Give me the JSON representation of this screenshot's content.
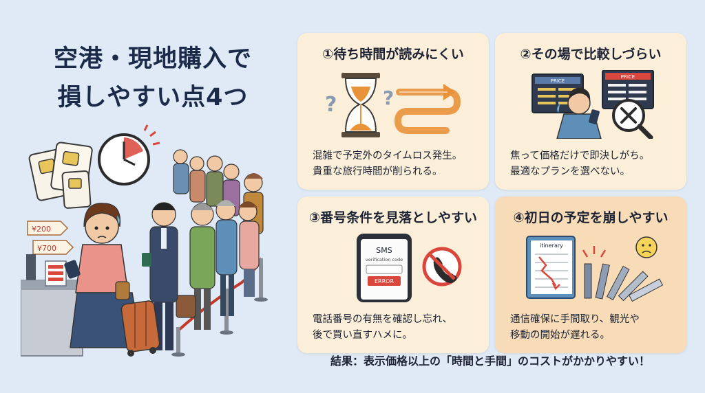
{
  "title": {
    "line1": "空港・現地購入で",
    "line2": "損しやすい点4つ"
  },
  "scene": {
    "price_tag_1": "¥200",
    "price_tag_2": "¥700"
  },
  "cards": [
    {
      "heading": "①待ち時間が読みにくい",
      "desc_line1": "混雑で予定外のタイムロス発生。",
      "desc_line2": "貴重な旅行時間が削られる。"
    },
    {
      "heading": "②その場で比較しづらい",
      "desc_line1": "焦って価格だけで即決しがち。",
      "desc_line2": "最適なプランを選べない。",
      "board_label_1": "PRICE",
      "board_label_2": "PRICE"
    },
    {
      "heading": "③番号条件を見落としやすい",
      "desc_line1": "電話番号の有無を確認し忘れ、",
      "desc_line2": "後で買い直すハメに。",
      "phone_sms": "SMS",
      "phone_code": "verification code",
      "phone_error": "ERROR"
    },
    {
      "heading": "④初日の予定を崩しやすい",
      "desc_line1": "通信確保に手間取り、観光や",
      "desc_line2": "移動の開始が遅れる。",
      "book_label": "itinerary"
    }
  ],
  "result": "結果：表示価格以上の「時間と手間」のコストがかかりやすい！",
  "colors": {
    "background": "#dfeaf6",
    "card": "#fcefd9",
    "card_highlight": "#f8dcb8",
    "accent_orange": "#e8923a",
    "alert_red": "#d9463b",
    "navy": "#1c2a4a"
  }
}
